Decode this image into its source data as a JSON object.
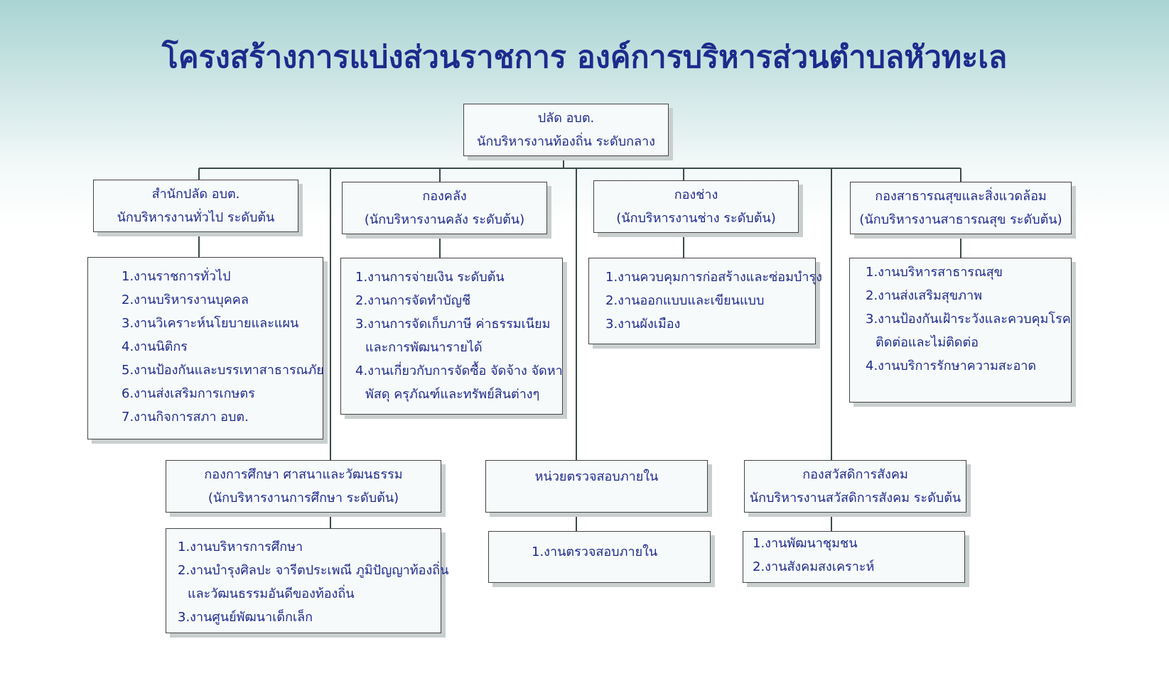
{
  "title": "โครงสร้างการแบ่งส่วนราชการ องค์การบริหารส่วนตำบลหัวทะเล",
  "top": {
    "line1": "ปลัด อบต.",
    "line2": "นักบริหารงานท้องถิ่น ระดับกลาง"
  },
  "office": {
    "line1": "สำนักปลัด อบต.",
    "line2": "นักบริหารงานทั่วไป ระดับต้น"
  },
  "finance": {
    "line1": "กองคลัง",
    "line2": "(นักบริหารงานคลัง ระดับต้น)"
  },
  "engineering": {
    "line1": "กองช่าง",
    "line2": "(นักบริหารงานช่าง ระดับต้น)"
  },
  "health": {
    "line1": "กองสาธารณสุขและสิ่งแวดล้อม",
    "line2": "(นักบริหารงานสาธารณสุข ระดับต้น)"
  },
  "education": {
    "line1": "กองการศึกษา ศาสนาและวัฒนธรรม",
    "line2": "(นักบริหารงานการศึกษา ระดับต้น)"
  },
  "audit": {
    "line1": "หน่วยตรวจสอบภายใน"
  },
  "welfare": {
    "line1": "กองสวัสดิการสังคม",
    "line2": "นักบริหารงานสวัสดิการสังคม ระดับต้น"
  },
  "office_tasks": [
    "1.งานราชการทั่วไป",
    "2.งานบริหารงานบุคคล",
    "3.งานวิเคราะห์นโยบายและแผน",
    "4.งานนิติกร",
    "5.งานป้องกันและบรรเทาสาธารณภัย",
    "6.งานส่งเสริมการเกษตร",
    "7.งานกิจการสภา อบต."
  ],
  "finance_tasks": [
    "1.งานการจ่ายเงิน ระดับต้น",
    "2.งานการจัดทำบัญชี",
    "3.งานการจัดเก็บภาษี ค่าธรรมเนียม",
    "และการพัฒนารายได้",
    "4.งานเกี่ยวกับการจัดซื้อ จัดจ้าง จัดหา",
    "พัสดุ ครุภัณฑ์และทรัพย์สินต่างๆ"
  ],
  "engineering_tasks": [
    "1.งานควบคุมการก่อสร้างและซ่อมบำรุง",
    "2.งานออกแบบและเขียนแบบ",
    "3.งานผังเมือง"
  ],
  "health_tasks": [
    "1.งานบริหารสาธารณสุข",
    "2.งานส่งเสริมสุขภาพ",
    "3.งานป้องกันเฝ้าระวังและควบคุมโรค",
    "ติดต่อและไม่ติดต่อ",
    "4.งานบริการรักษาความสะอาด"
  ],
  "education_tasks": [
    "1.งานบริหารการศึกษา",
    "2.งานบำรุงศิลปะ จารีตประเพณี ภูมิปัญญาท้องถิ่น",
    "และวัฒนธรรมอันดีของท้องถิ่น",
    "3.งานศูนย์พัฒนาเด็กเล็ก"
  ],
  "audit_tasks": [
    "1.งานตรวจสอบภายใน"
  ],
  "welfare_tasks": [
    "1.งานพัฒนาชุมชน",
    "2.งานสังคมสงเคราะห์"
  ]
}
